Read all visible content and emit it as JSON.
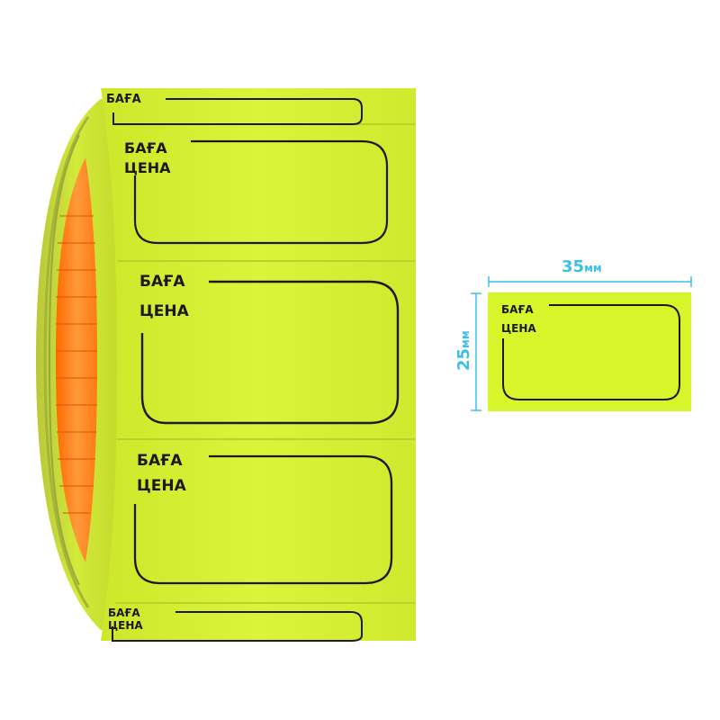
{
  "roll": {
    "label_line_1": "БАҒА",
    "label_line_2": "ЦЕНА"
  },
  "sample": {
    "label_line_1": "БАҒА",
    "label_line_2": "ЦЕНА",
    "width_number": "35",
    "width_unit": "мм",
    "height_number": "25",
    "height_unit": "мм"
  },
  "colors": {
    "label_fill": "#d6f52a",
    "core_orange": "#ff7a1a",
    "dimension_blue": "#3cc0e8",
    "border_line": "#1a1a1a"
  }
}
